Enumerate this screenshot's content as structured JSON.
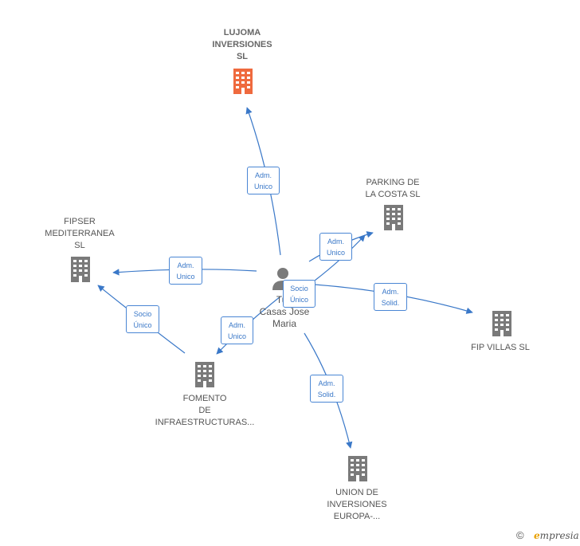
{
  "colors": {
    "edge": "#3a78c8",
    "building": "#7a7a7a",
    "building_main": "#ef6a3e",
    "person": "#7a7a7a"
  },
  "center": {
    "name_lines": [
      "Tud",
      "Casas Jose",
      "Maria"
    ]
  },
  "nodes": {
    "lujoma": [
      "LUJOMA",
      "INVERSIONES",
      "SL"
    ],
    "parking": [
      "PARKING DE",
      "LA COSTA  SL"
    ],
    "fipser": [
      "FIPSER",
      "MEDITERRANEA",
      "SL"
    ],
    "fipvillas": [
      "FIP VILLAS SL"
    ],
    "fomento": [
      "FOMENTO",
      "DE",
      "INFRAESTRUCTURAS..."
    ],
    "union": [
      "UNION DE",
      "INVERSIONES",
      "EUROPA-..."
    ]
  },
  "relations": {
    "lujoma": [
      "Adm.",
      "Unico"
    ],
    "parking": [
      "Adm.",
      "Unico"
    ],
    "fipser": [
      "Adm.",
      "Unico"
    ],
    "socio_center": [
      "Socio",
      "Único"
    ],
    "fipvillas": [
      "Adm.",
      "Solid."
    ],
    "fomento": [
      "Adm.",
      "Unico"
    ],
    "fomento_fipser": [
      "Socio",
      "Único"
    ],
    "union": [
      "Adm.",
      "Solid."
    ]
  },
  "footer": {
    "copyright": "©",
    "brand_initial": "e",
    "brand_rest": "mpresia"
  }
}
